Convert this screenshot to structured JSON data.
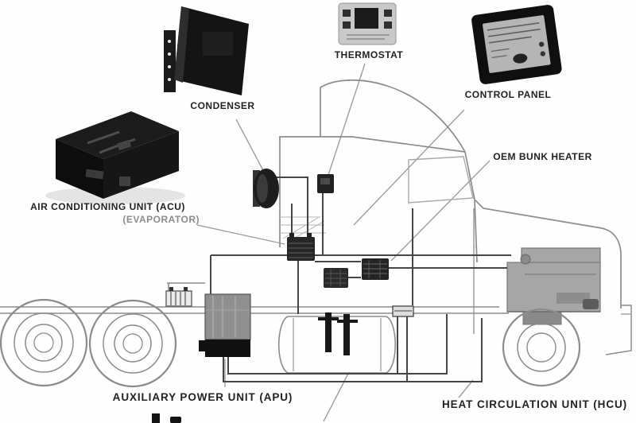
{
  "labels": {
    "air_conditioning_unit": "AIR CONDITIONING UNIT (ACU)",
    "evaporator": "(EVAPORATOR)",
    "condenser": "CONDENSER",
    "thermostat": "THERMOSTAT",
    "control_panel": "CONTROL PANEL",
    "oem_bunk_heater": "OEM BUNK HEATER",
    "auxiliary_power_unit": "AUXILIARY POWER UNIT (APU)",
    "heat_circulation_unit": "HEAT CIRCULATION UNIT (HCU)"
  },
  "colors": {
    "background": "#ffffff",
    "truck_outline": "#8c8c8c",
    "component_dark": "#1a1a1a",
    "label_text": "#222222",
    "sub_label_text": "#8b8b8b",
    "wire": "#454545",
    "leader_line": "#9e9e9e",
    "engine_fill": "#a6a6a6"
  }
}
